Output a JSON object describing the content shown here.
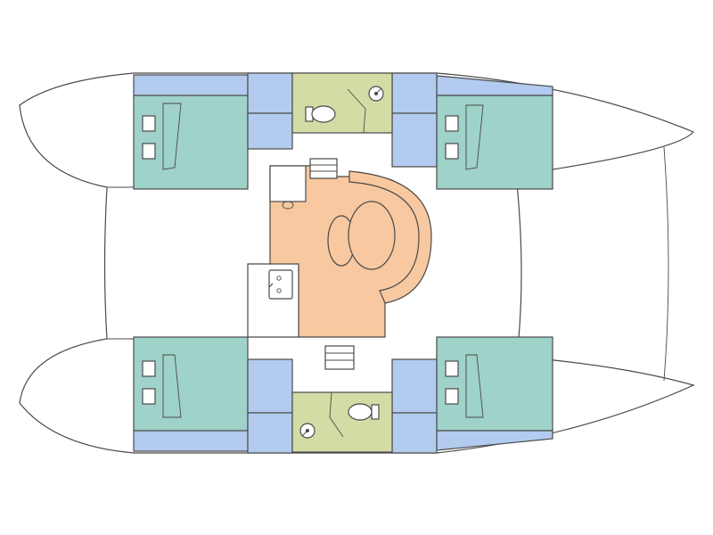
{
  "diagram": {
    "type": "catamaran-deck-layout",
    "text_labels": [],
    "hulls": 2,
    "cabins": 4,
    "heads": 2,
    "colors": {
      "outline": "#4a4a4a",
      "hull": "#ffffff",
      "cabin_berth": "#9fd2c8",
      "storage": "#b2cbef",
      "head": "#d4dca6",
      "saloon": "#f8c8a0",
      "background": "#ffffff"
    },
    "icons": [
      "window-icon",
      "toilet-icon",
      "shower-icon",
      "sink-icon",
      "stairs-icon",
      "table-icon"
    ]
  }
}
